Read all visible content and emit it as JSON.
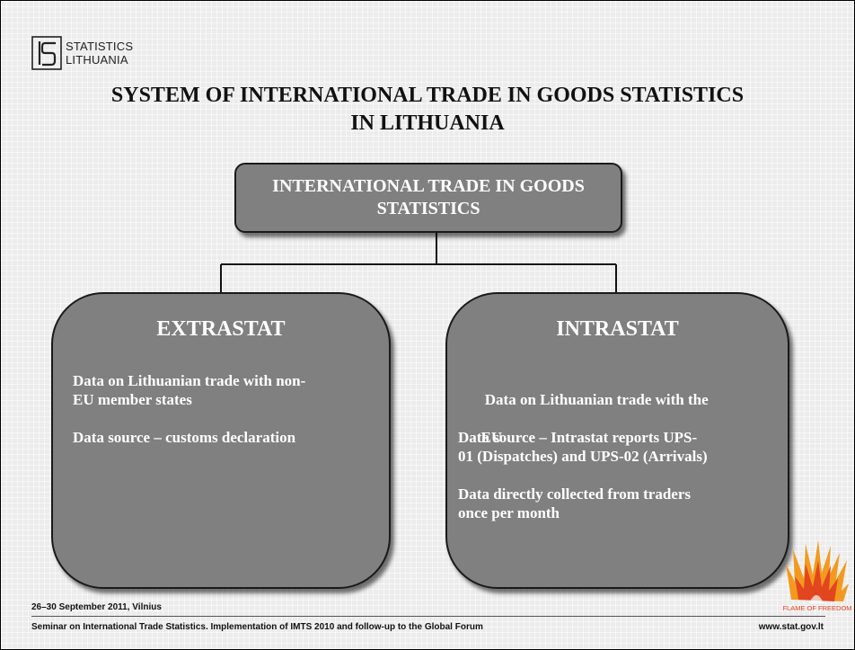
{
  "logo": {
    "line1": "STATISTICS",
    "line2": "LITHUANIA",
    "icon": "statistics-lithuania-logo-icon"
  },
  "title": {
    "line1": "SYSTEM OF INTERNATIONAL TRADE IN GOODS STATISTICS",
    "line2": "IN LITHUANIA"
  },
  "top_node": {
    "line1": "INTERNATIONAL TRADE IN GOODS",
    "line2": "STATISTICS"
  },
  "nodes": [
    {
      "title": "EXTRASTAT",
      "items": [
        [
          "Data on Lithuanian trade with non-",
          "EU member states"
        ],
        [
          "Data source – customs declaration"
        ]
      ]
    },
    {
      "title": "INTRASTAT",
      "items": [
        [
          " Data on Lithuanian trade with the",
          "EU"
        ],
        [
          "Data source – Intrastat reports UPS-",
          "01 (Dispatches) and UPS-02 (Arrivals)"
        ],
        [
          "Data directly collected from traders",
          "once per month"
        ]
      ]
    }
  ],
  "footer": {
    "date": "26–30 September 2011, Vilnius",
    "seminar": "Seminar on International Trade Statistics. Implementation of IMTS 2010 and follow-up to the Global Forum",
    "url": "www.stat.gov.lt",
    "flame_caption": "FLAME OF FREEDOM"
  },
  "colors": {
    "box_fill": "#808080",
    "box_text": "#ffffff",
    "flame_orange": "#f39a1e",
    "flame_red": "#e2461f"
  }
}
